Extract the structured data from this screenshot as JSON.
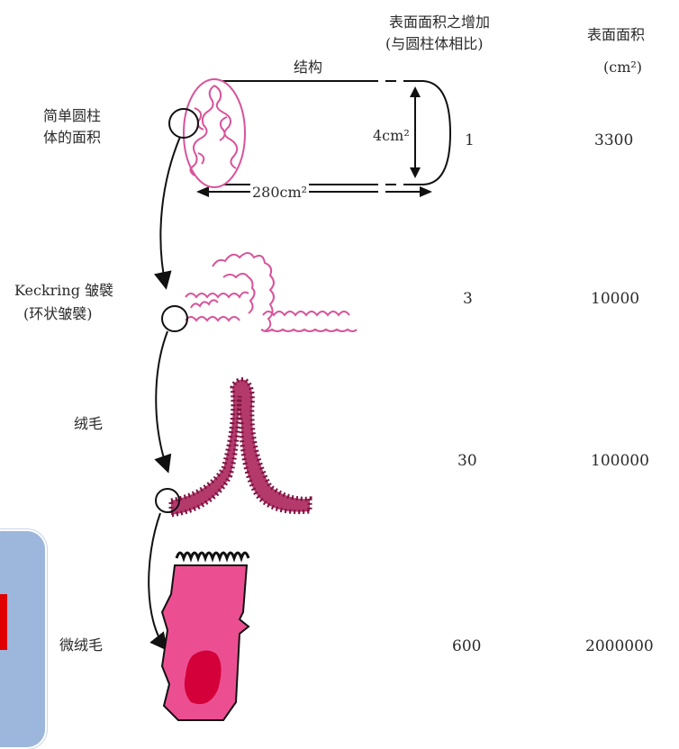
{
  "headers": {
    "structure": "结构",
    "increase_line1": "表面面积之增加",
    "increase_line2": "(与圆柱体相比)",
    "area_line1": "表面面积",
    "area_line2": "(cm²)"
  },
  "rows": [
    {
      "label_lines": [
        "简单圆柱",
        "体的面积"
      ],
      "increase": "1",
      "area": "3300"
    },
    {
      "label_lines": [
        "Keckring 皱襞",
        "(环状皱襞)"
      ],
      "increase": "3",
      "area": "10000"
    },
    {
      "label_lines": [
        "绒毛"
      ],
      "increase": "30",
      "area": "100000"
    },
    {
      "label_lines": [
        "微绒毛"
      ],
      "increase": "600",
      "area": "2000000"
    }
  ],
  "dimensions": {
    "height": "4cm²",
    "length": "280cm²"
  },
  "colors": {
    "pink_line": "#d8539a",
    "villus_dark": "#7a1340",
    "microvillus_fill": "#ec4f91",
    "nucleus": "#d4003a",
    "sidebar_box": "#9db6db"
  }
}
